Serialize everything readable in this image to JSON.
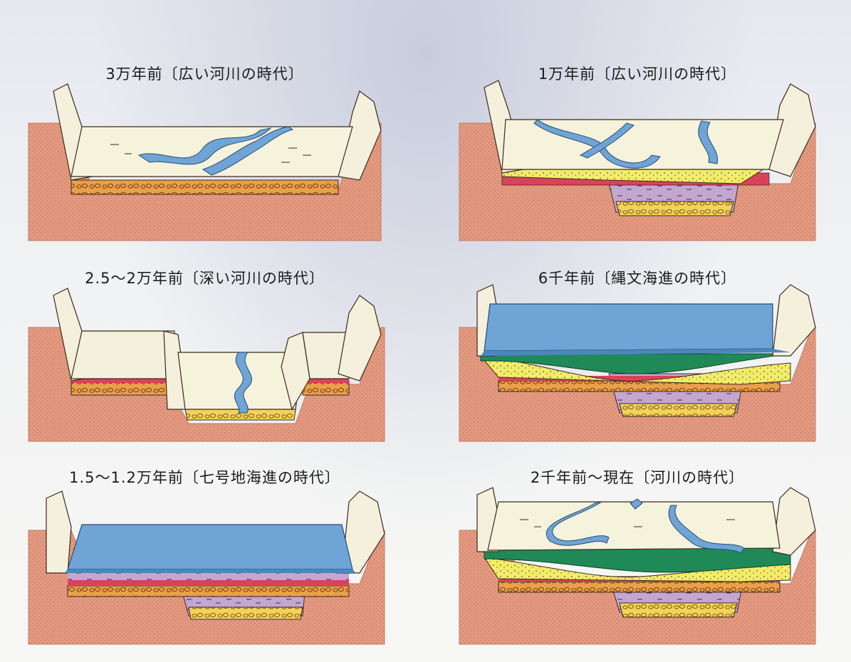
{
  "panels": [
    {
      "id": "p1",
      "title": "3万年前〔広い河川の時代〕"
    },
    {
      "id": "p2",
      "title": "1万年前〔広い河川の時代〕"
    },
    {
      "id": "p3",
      "title": "2.5〜2万年前〔深い河川の時代〕"
    },
    {
      "id": "p4",
      "title": "6千年前〔縄文海進の時代〕"
    },
    {
      "id": "p5",
      "title": "1.5〜1.2万年前〔七号地海進の時代〕"
    },
    {
      "id": "p6",
      "title": "2千年前〜現在〔河川の時代〕"
    }
  ],
  "colors": {
    "bedrock": "#e49a80",
    "bedrock_dots": "#c97a62",
    "gravel": "#e8a04a",
    "red_layer": "#d9435a",
    "sand_yellow": "#f2ec6a",
    "clay_purple": "#c5a6cf",
    "green_layer": "#1f8a58",
    "water_blue": "#6ea4d6",
    "plain_cream": "#f6f3dc",
    "outline": "#3a2a20"
  }
}
